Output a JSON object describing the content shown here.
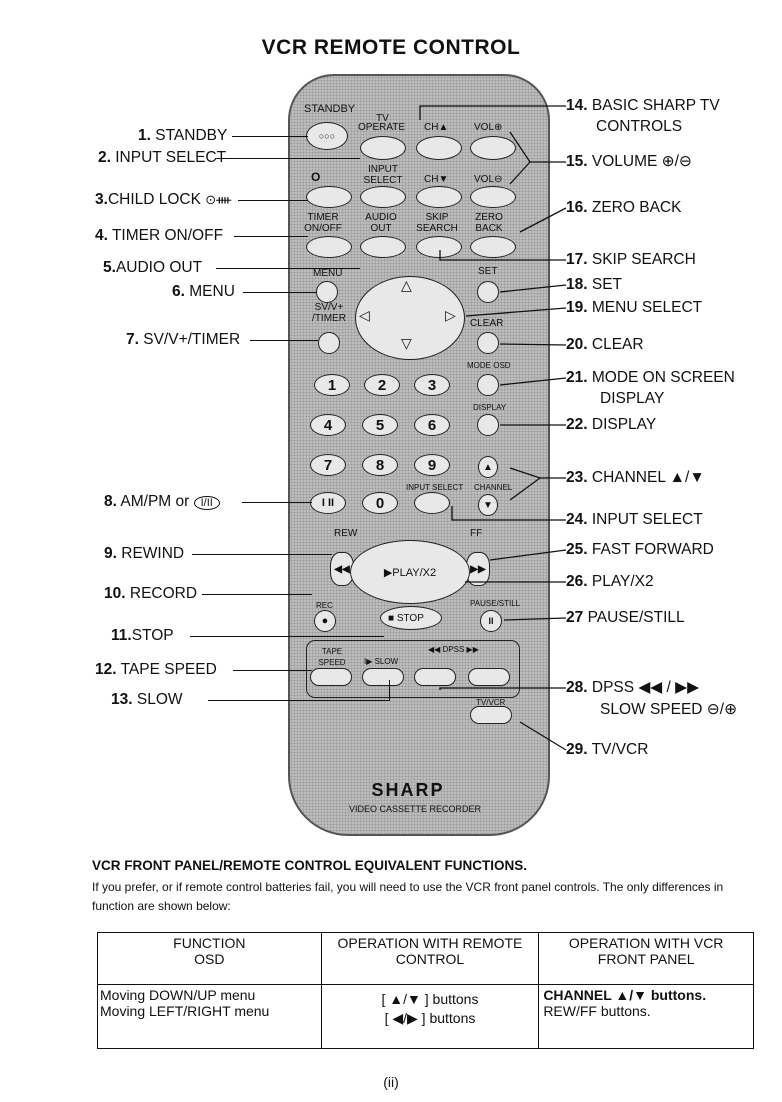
{
  "title": "VCR REMOTE CONTROL",
  "left_labels": [
    {
      "num": "1.",
      "text": "STANDBY"
    },
    {
      "num": "2.",
      "text": "INPUT SELECT"
    },
    {
      "num": "3.",
      "text": "CHILD LOCK"
    },
    {
      "num": "4.",
      "text": "TIMER ON/OFF"
    },
    {
      "num": "5.",
      "text": "AUDIO OUT"
    },
    {
      "num": "6.",
      "text": "MENU"
    },
    {
      "num": "7.",
      "text": "SV/V+/TIMER"
    },
    {
      "num": "8.",
      "text": "AM/PM or"
    },
    {
      "num": "9.",
      "text": "REWIND"
    },
    {
      "num": "10.",
      "text": "RECORD"
    },
    {
      "num": "11.",
      "text": "STOP"
    },
    {
      "num": "12.",
      "text": "TAPE SPEED"
    },
    {
      "num": "13.",
      "text": "SLOW"
    }
  ],
  "right_labels": [
    {
      "num": "14.",
      "text": "BASIC SHARP TV",
      "text2": "CONTROLS"
    },
    {
      "num": "15.",
      "text": "VOLUME ⊕/⊖"
    },
    {
      "num": "16.",
      "text": "ZERO BACK"
    },
    {
      "num": "17.",
      "text": "SKIP SEARCH"
    },
    {
      "num": "18.",
      "text": "SET"
    },
    {
      "num": "19.",
      "text": "MENU SELECT"
    },
    {
      "num": "20.",
      "text": "CLEAR"
    },
    {
      "num": "21.",
      "text": "MODE ON SCREEN",
      "text2": "DISPLAY"
    },
    {
      "num": "22.",
      "text": "DISPLAY"
    },
    {
      "num": "23.",
      "text": "CHANNEL ▲/▼"
    },
    {
      "num": "24.",
      "text": "INPUT SELECT"
    },
    {
      "num": "25.",
      "text": "FAST FORWARD"
    },
    {
      "num": "26.",
      "text": "PLAY/X2"
    },
    {
      "num": "27",
      "text": "PAUSE/STILL"
    },
    {
      "num": "28.",
      "text": "DPSS ◀◀ / ▶▶",
      "text2": "SLOW SPEED ⊖/⊕"
    },
    {
      "num": "29.",
      "text": "TV/VCR"
    }
  ],
  "remote": {
    "standby": "STANDBY",
    "tv": "TV",
    "operate": "OPERATE",
    "ch_up": "CH▲",
    "vol_up": "VOL⊕",
    "input_select": "INPUT SELECT",
    "ch_down": "CH▼",
    "vol_down": "VOL⊖",
    "timer": "TIMER ON/OFF",
    "audio": "AUDIO OUT",
    "skip": "SKIP SEARCH",
    "zero": "ZERO BACK",
    "menu": "MENU",
    "set": "SET",
    "sv": "SV/V+ /TIMER",
    "clear": "CLEAR",
    "mode_osd": "MODE OSD",
    "display": "DISPLAY",
    "digits": [
      "1",
      "2",
      "3",
      "4",
      "5",
      "6",
      "7",
      "8",
      "9",
      "0"
    ],
    "input_select2": "INPUT SELECT",
    "channel": "CHANNEL",
    "rew": "REW",
    "ff": "FF",
    "play": "▶PLAY/X2",
    "rec": "REC",
    "stop": "■ STOP",
    "pause": "PAUSE/STILL",
    "tape_speed": "TAPE SPEED",
    "slow": "I▶ SLOW",
    "dpss": "◀◀ DPSS ▶▶",
    "tvvcr": "TV/VCR",
    "brand": "SHARP",
    "subbrand": "VIDEO CASSETTE RECORDER"
  },
  "section": {
    "heading": "VCR FRONT PANEL/REMOTE CONTROL EQUIVALENT FUNCTIONS.",
    "paragraph": "If you prefer, or if remote control batteries fail, you will need to use the VCR front panel controls. The only differences in function are shown below:"
  },
  "table": {
    "headers": [
      [
        "FUNCTION",
        "OSD"
      ],
      [
        "OPERATION WITH REMOTE",
        "CONTROL"
      ],
      [
        "OPERATION WITH VCR",
        "FRONT PANEL"
      ]
    ],
    "rows": [
      [
        "Moving DOWN/UP menu",
        "[ ▲/▼ ] buttons",
        "CHANNEL ▲/▼ buttons."
      ],
      [
        "Moving LEFT/RIGHT menu",
        "[ ◀/▶ ] buttons",
        "REW/FF buttons."
      ]
    ]
  },
  "page_number": "(ii)"
}
